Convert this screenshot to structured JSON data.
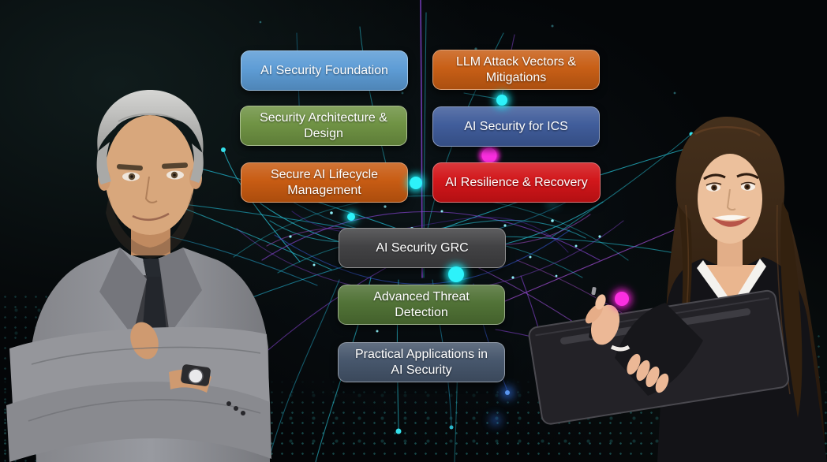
{
  "poster": {
    "modules": [
      {
        "label": "AI Security Foundation",
        "color": "#5b9bd5"
      },
      {
        "label": "LLM Attack Vectors &\nMitigations",
        "color": "#c75c12"
      },
      {
        "label": "Security Architecture &\nDesign",
        "color": "#6d9141"
      },
      {
        "label": "AI Security for ICS",
        "color": "#3d5a99"
      },
      {
        "label": "Secure AI Lifecycle\nManagement",
        "color": "#c7590f"
      },
      {
        "label": "AI Resilience & Recovery",
        "color": "#d11216"
      },
      {
        "label": "AI Security GRC",
        "color": "#3f3f41"
      },
      {
        "label": "Advanced Threat\nDetection",
        "color": "#4e7033"
      },
      {
        "label": "Practical Applications in\nAI Security",
        "color": "#44546a"
      }
    ],
    "module_text_color": "#ffffff",
    "background": {
      "base": "#040608",
      "corner_tint": "#101c1c"
    },
    "network_colors": {
      "cyan": "#29c8dc",
      "teal": "#1f93b8",
      "purple": "#8a46d8",
      "violet": "#b04fd8",
      "blue": "#3355cc",
      "magenta": "#ee1fd0",
      "glow_dot": "#19e8f2"
    },
    "figures": {
      "left": "businessman-arms-crossed-photo",
      "right": "businesswoman-writing-on-portfolio-photo"
    }
  }
}
